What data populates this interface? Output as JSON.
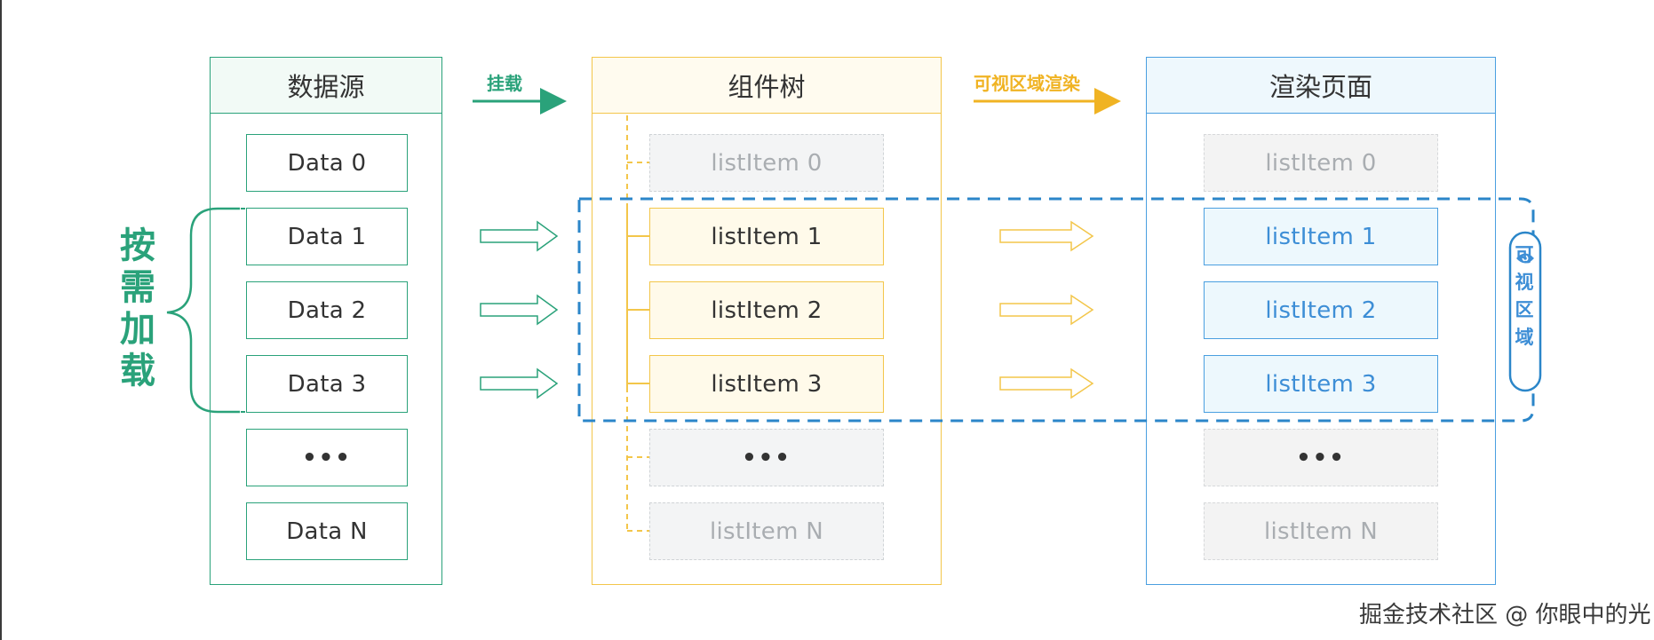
{
  "panels": {
    "source": {
      "title": "数据源"
    },
    "tree": {
      "title": "组件树"
    },
    "render": {
      "title": "渲染页面"
    }
  },
  "arrows": {
    "mount_label": "挂载",
    "visible_render_label": "可视区域渲染"
  },
  "data_items": [
    "Data 0",
    "Data 1",
    "Data 2",
    "Data 3",
    "•••",
    "Data N"
  ],
  "tree_items": [
    "listItem 0",
    "listItem 1",
    "listItem 2",
    "listItem 3",
    "•••",
    "listItem N"
  ],
  "render_items": [
    "listItem 0",
    "listItem 1",
    "listItem 2",
    "listItem 3",
    "•••",
    "listItem N"
  ],
  "on_demand_label": "按需加载",
  "visible_area_label": "可视区域",
  "watermark": "掘金技术社区 @ 你眼中的光",
  "colors": {
    "green": "#2aa27a",
    "yellow": "#f3c64a",
    "blue": "#4a9fe0",
    "dashed_blue": "#2b86c9"
  }
}
